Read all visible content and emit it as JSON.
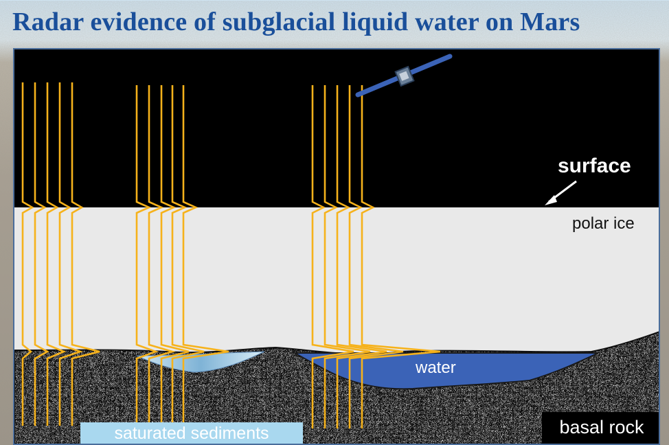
{
  "title": "Radar evidence of subglacial liquid water on Mars",
  "labels": {
    "surface": "surface",
    "polar_ice": "polar ice",
    "water": "water",
    "basal_rock": "basal rock",
    "saturated_sediments": "saturated sediments"
  },
  "colors": {
    "title": "#1a4f9a",
    "space": "#000000",
    "polar_ice": "#e9e9e9",
    "radar_wave": "#f6b21b",
    "water": "#3b63b7",
    "sediments": "#a9d8ef",
    "satellite": "#3b63b7"
  },
  "icons": [
    "satellite-icon",
    "arrow-icon"
  ]
}
